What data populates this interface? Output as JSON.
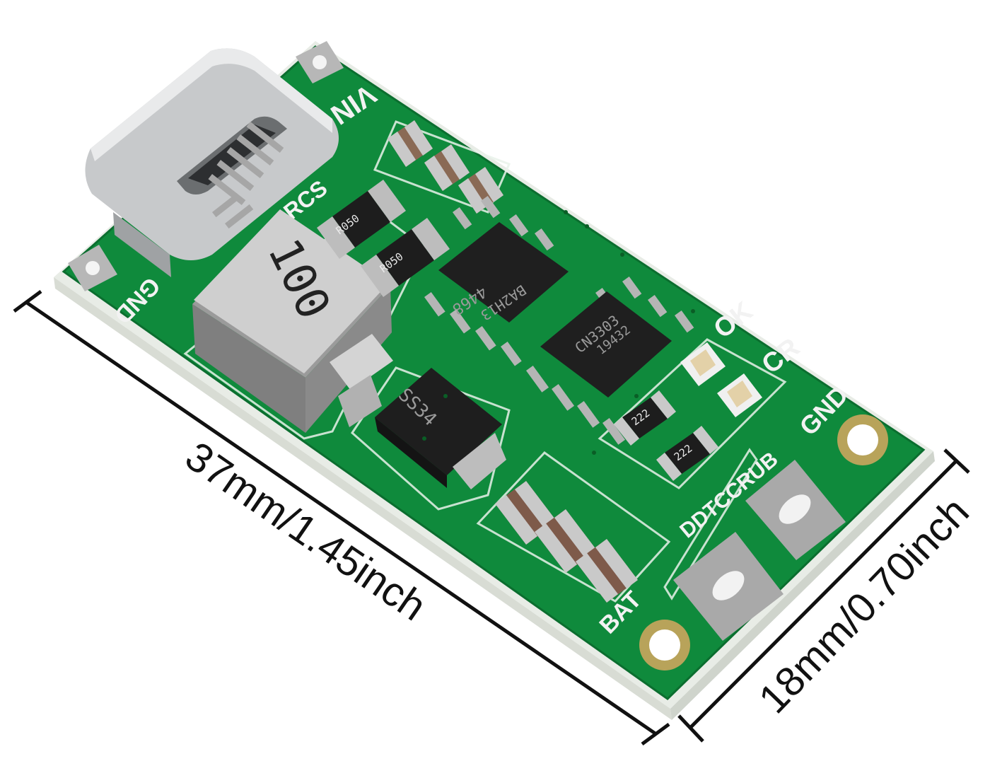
{
  "dimensions": {
    "length_label": "37mm/1.45inch",
    "width_label": "18mm/0.70inch"
  },
  "board": {
    "pcb_color": "#0f8a3c",
    "silkscreen": {
      "vin": "VIN",
      "gnd_left": "GND",
      "gnd_right": "GND",
      "rcs": "RCS",
      "ok": "OK",
      "cr": "CR",
      "bat": "BAT",
      "brand": "DDTCCRUB"
    },
    "markings": {
      "inductor": "100",
      "resistor_1": "R050",
      "resistor_2": "R050",
      "mosfet_line1": "4468",
      "mosfet_line2": "BA2H13",
      "charger_ic_line1": "CN3303",
      "charger_ic_line2": "19432",
      "diode": "SS34",
      "small_res_1": "222",
      "small_res_2": "222"
    },
    "connector": "usb-c-connector"
  }
}
